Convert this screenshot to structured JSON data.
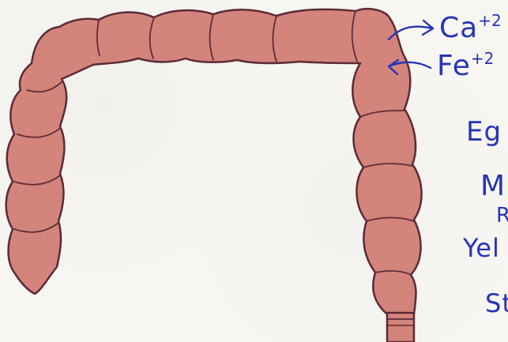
{
  "image": {
    "subject": "colon-drawing",
    "colors": {
      "colon_fill": "#dc8a80",
      "colon_outline": "#5f2c3a",
      "ink_blue": "#2535b6",
      "paper": "#f7f6f2"
    }
  },
  "annotations": {
    "ion_1": {
      "base": "Ca",
      "charge": "+2"
    },
    "ion_2": {
      "base": "Fe",
      "charge": "+2"
    },
    "eg": "Eg",
    "m": "M",
    "r_fragment": "R",
    "yel": "Yel",
    "st": "St",
    "bottom_fragment": "—"
  }
}
